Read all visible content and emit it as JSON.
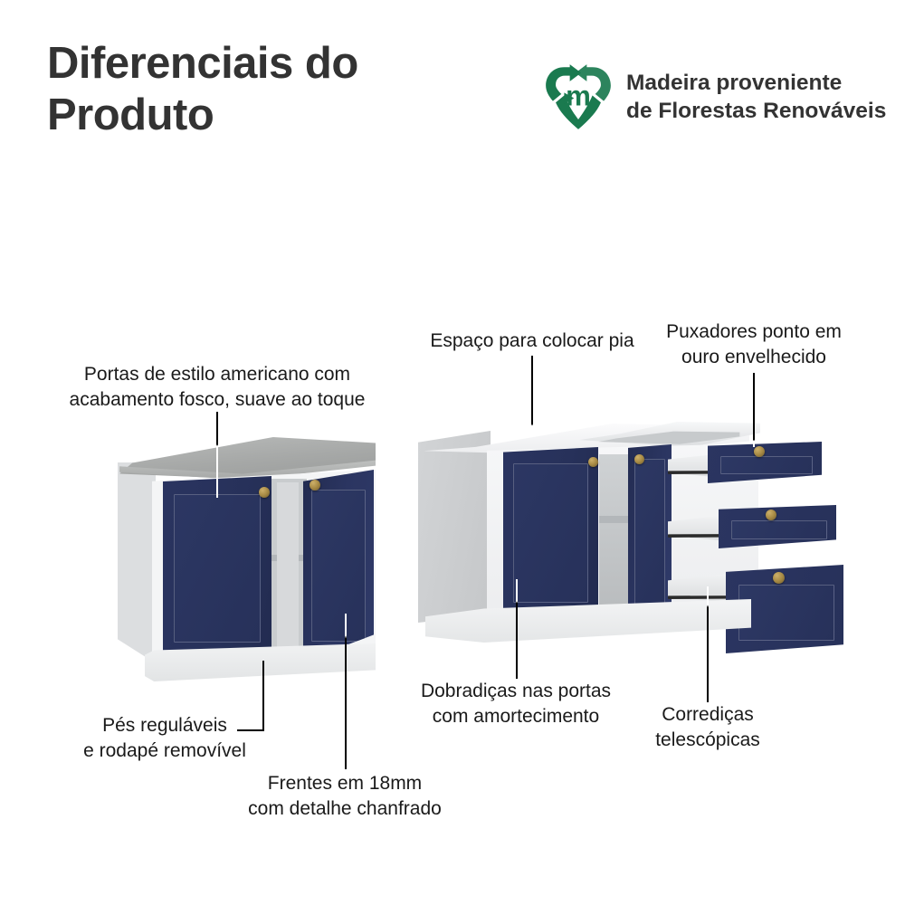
{
  "header": {
    "title": "Diferenciais do\nProduto",
    "eco_badge": {
      "logo_icon": "recycle-heart-icon",
      "text": "Madeira proveniente\nde Florestas Renováveis"
    }
  },
  "callouts": [
    {
      "id": "portas",
      "text": "Portas de estilo americano com\nacabamento fosco, suave ao toque"
    },
    {
      "id": "pia",
      "text": "Espaço para colocar pia"
    },
    {
      "id": "puxadores",
      "text": "Puxadores ponto em\nouro envelhecido"
    },
    {
      "id": "pes",
      "text": "Pés reguláveis\ne rodapé removível"
    },
    {
      "id": "frentes",
      "text": "Frentes em 18mm\ncom detalhe chanfrado"
    },
    {
      "id": "dobradicas",
      "text": "Dobradiças nas portas\ncom amortecimento"
    },
    {
      "id": "corredicas",
      "text": "Corrediças\ntelescópicas"
    }
  ],
  "illustrations": {
    "left_cabinet": {
      "name": "2-door base cabinet with stone countertop",
      "countertop": "gray stone",
      "doors": 2,
      "knobs": 2
    },
    "right_cabinet": {
      "name": "sink base cabinet with 2 doors and 3 drawers",
      "doors": 2,
      "drawers": 3,
      "knobs": 5
    }
  },
  "colors": {
    "background": "#ffffff",
    "title": "#333333",
    "text": "#1a1a1a",
    "eco_green": "#1a7a4f",
    "navy": "#27315a",
    "brass": "#a98c46",
    "countertop_gray": "#a9aaa9",
    "body_white": "#f4f5f6"
  }
}
